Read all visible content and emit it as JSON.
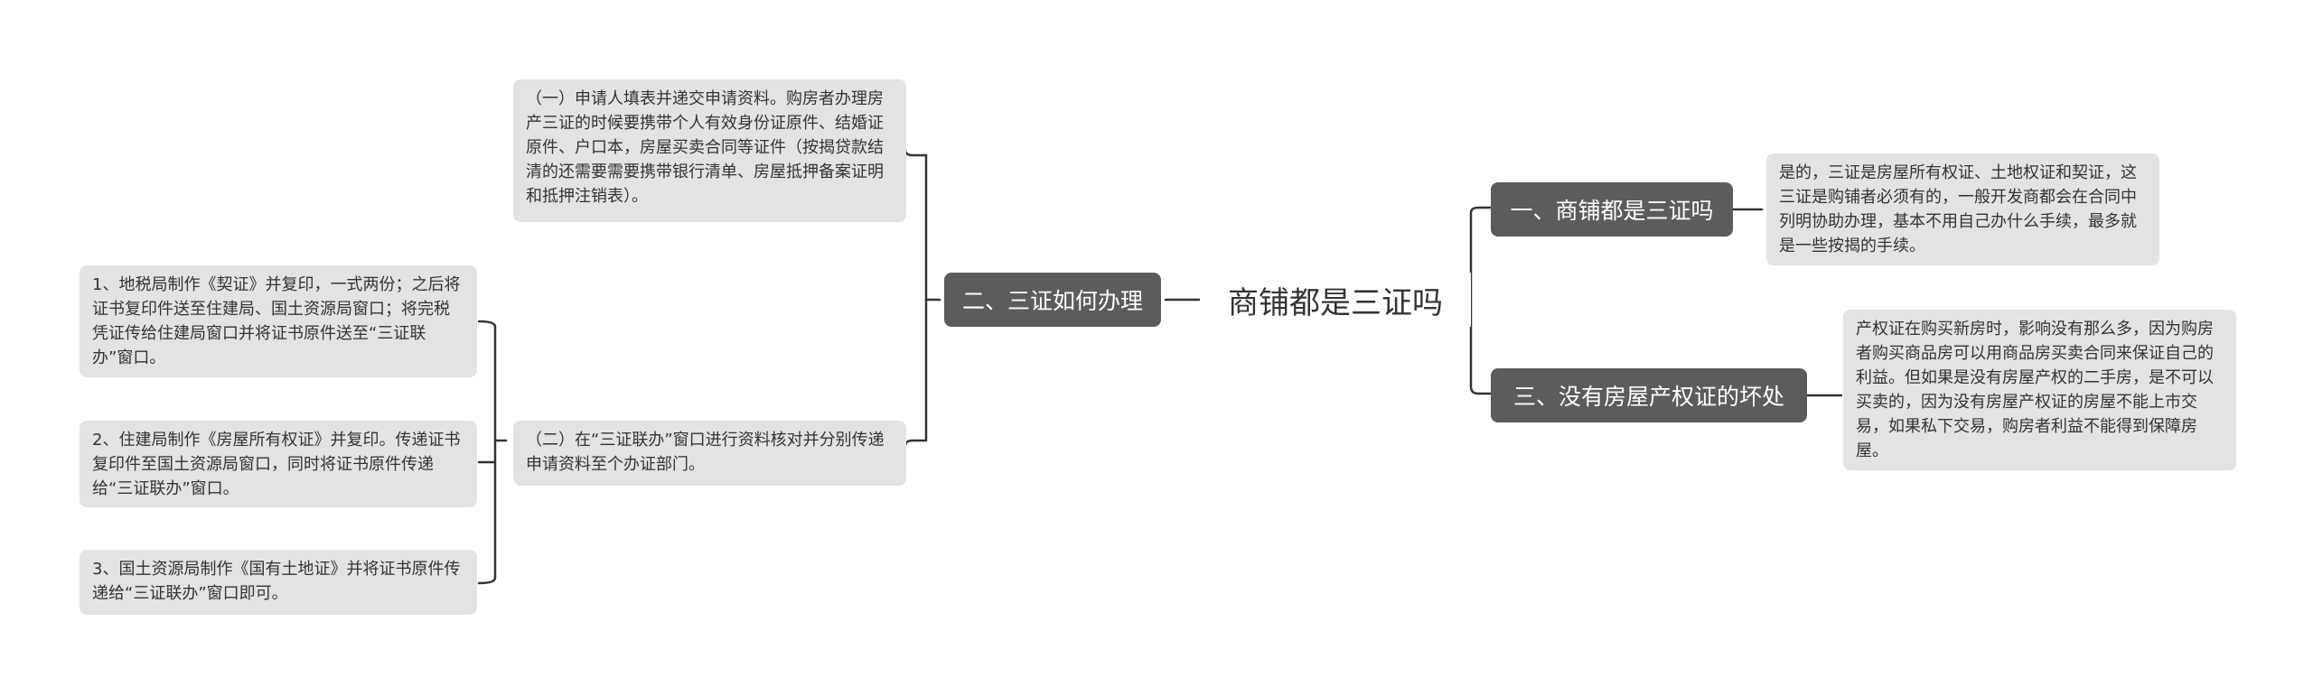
{
  "root": {
    "label": "商铺都是三证吗"
  },
  "branches": {
    "b1": {
      "label": "一、商铺都是三证吗"
    },
    "b2": {
      "label": "二、三证如何办理"
    },
    "b3": {
      "label": "三、没有房屋产权证的坏处"
    }
  },
  "leaves": {
    "b1_l1": "是的，三证是房屋所有权证、土地权证和契证，这三证是购铺者必须有的，一般开发商都会在合同中列明协助办理，基本不用自己办什么手续，最多就是一些按揭的手续。",
    "b3_l1": "产权证在购买新房时，影响没有那么多，因为购房者购买商品房可以用商品房买卖合同来保证自己的利益。但如果是没有房屋产权的二手房，是不可以买卖的，因为没有房屋产权证的房屋不能上市交易，如果私下交易，购房者利益不能得到保障房屋。",
    "b2_l1": "（一）申请人填表并递交申请资料。购房者办理房产三证的时候要携带个人有效身份证原件、结婚证原件、户口本，房屋买卖合同等证件（按揭贷款结清的还需要需要携带银行清单、房屋抵押备案证明和抵押注销表）。",
    "b2_l2": "（二）在“三证联办”窗口进行资料核对并分别传递申请资料至个办证部门。",
    "b2_l2_s1": "1、地税局制作《契证》并复印，一式两份；之后将证书复印件送至住建局、国土资源局窗口；将完税凭证传给住建局窗口并将证书原件送至“三证联办”窗口。",
    "b2_l2_s2": "2、住建局制作《房屋所有权证》并复印。传递证书复印件至国土资源局窗口，同时将证书原件传递给“三证联办”窗口。",
    "b2_l2_s3": "3、国土资源局制作《国有土地证》并将证书原件传递给“三证联办”窗口即可。"
  },
  "colors": {
    "branch_bg": "#5c5c5c",
    "leaf_bg": "#e3e3e3",
    "line": "#333333",
    "root_text": "#333333"
  }
}
